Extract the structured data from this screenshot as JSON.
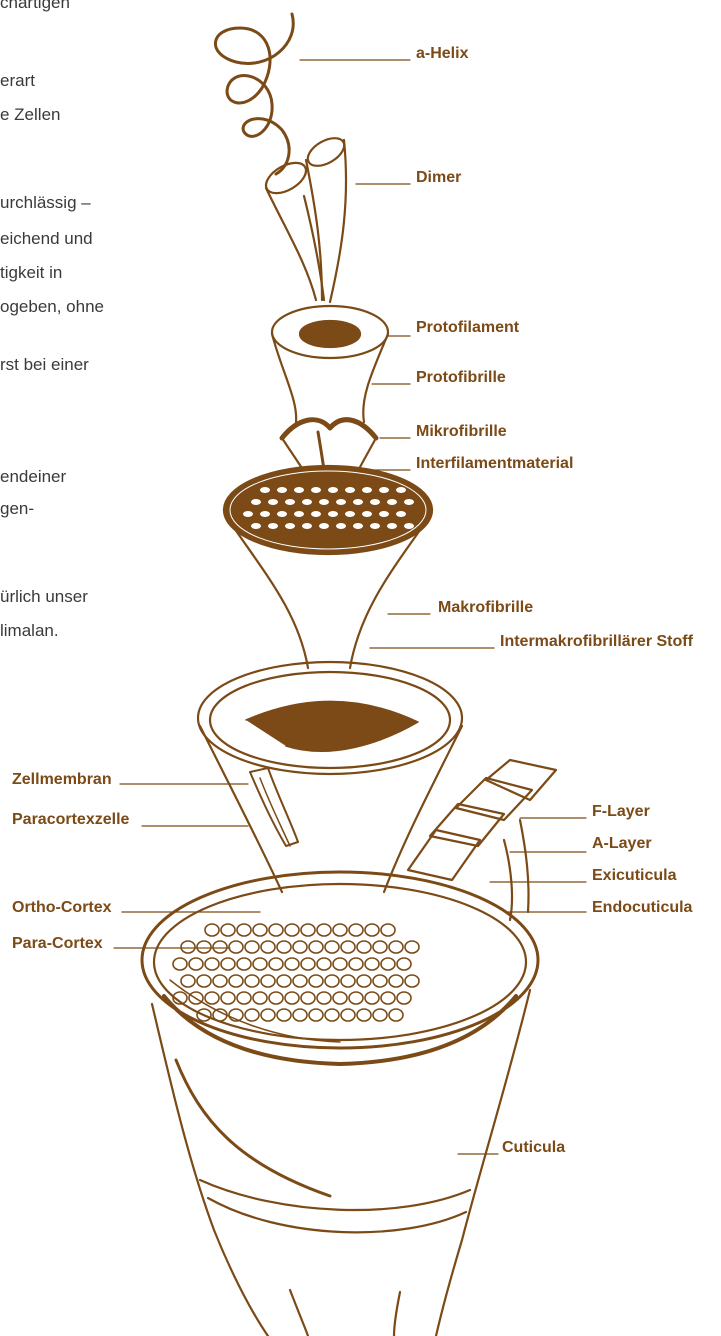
{
  "colors": {
    "ink": "#7b4a16",
    "paper": "#ffffff",
    "text": "#3a3a3a"
  },
  "background_text": [
    "chartigen",
    "erart",
    "e Zellen",
    "urchlässig –",
    "eichend und",
    "tigkeit in",
    "ogeben, ohne",
    "rst bei einer",
    "endeiner",
    "gen-",
    "ürlich unser",
    "limalan."
  ],
  "labels": [
    "a-Helix",
    "Dimer",
    "Protofilament",
    "Protofibrille",
    "Mikrofibrille",
    "Interfilamentmaterial",
    "Makrofibrille",
    "Intermakrofibrillärer Stoff",
    "Zellmembran",
    "Paracortexzelle",
    "F-Layer",
    "A-Layer",
    "Exicuticula",
    "Endocuticula",
    "Ortho-Cortex",
    "Para-Cortex",
    "Cuticula"
  ]
}
